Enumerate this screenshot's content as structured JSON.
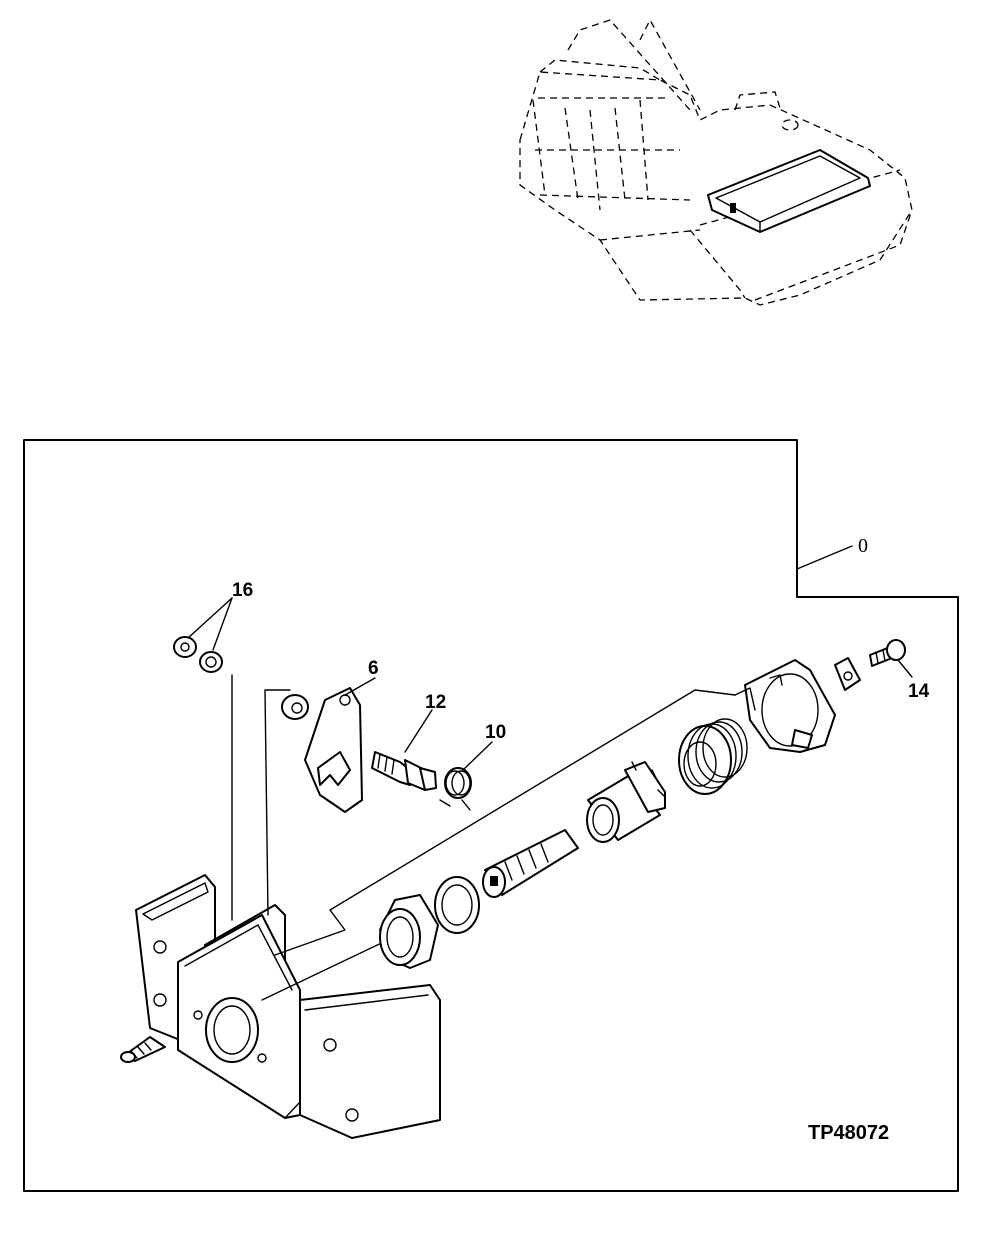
{
  "diagram": {
    "figure_id": "TP48072",
    "assembly_ref": "0",
    "callouts": [
      {
        "id": "16",
        "label": "16"
      },
      {
        "id": "6",
        "label": "6"
      },
      {
        "id": "12",
        "label": "12"
      },
      {
        "id": "10",
        "label": "10"
      },
      {
        "id": "14",
        "label": "14"
      }
    ]
  }
}
